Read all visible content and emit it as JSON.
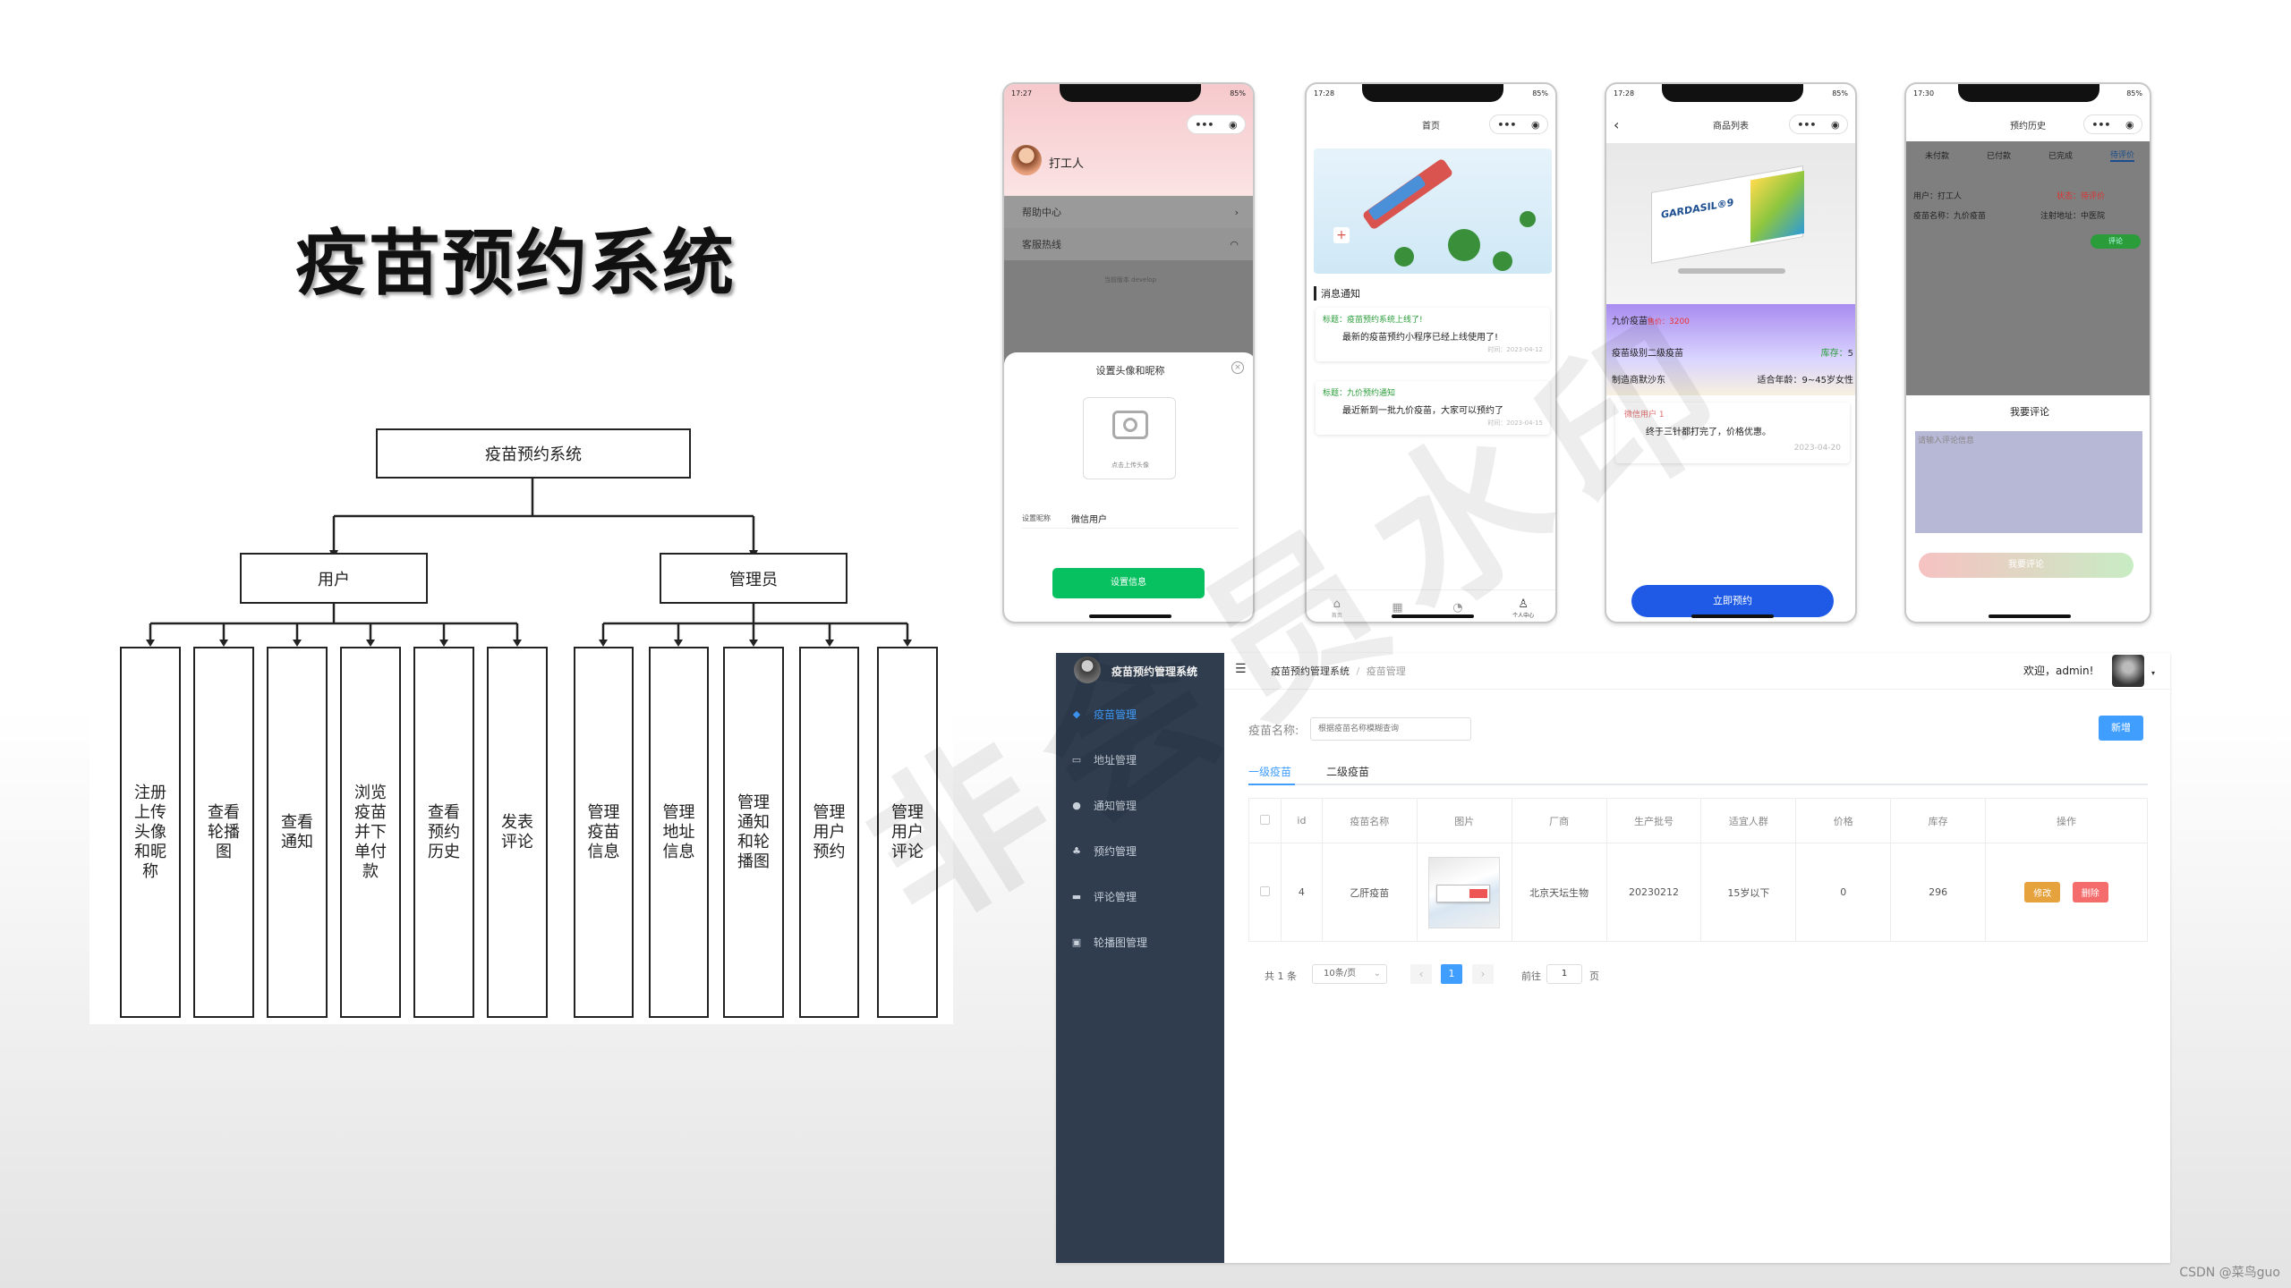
{
  "title": "疫苗预约系统",
  "diagram": {
    "root": "疫苗预约系统",
    "user": "用户",
    "admin": "管理员",
    "user_leaves": [
      "注册上传头像和昵称",
      "查看轮播图",
      "查看通知",
      "浏览疫苗并下单付款",
      "查看预约历史",
      "发表评论"
    ],
    "admin_leaves": [
      "管理疫苗信息",
      "管理地址信息",
      "管理通知和轮播图",
      "管理用户预约",
      "管理用户评论"
    ]
  },
  "phone1": {
    "time": "17:27",
    "battery": "85%",
    "username": "打工人",
    "menu": [
      "帮助中心",
      "客服热线"
    ],
    "version": "当前版本 develop",
    "modal_title": "设置头像和昵称",
    "upload_hint": "点击上传头像",
    "nick_label": "设置昵称",
    "nick_value": "微信用户",
    "save_button": "设置信息"
  },
  "phone2": {
    "time": "17:28",
    "battery": "85%",
    "page_title": "首页",
    "section_title": "消息通知",
    "notices": [
      {
        "title_label": "标题：",
        "title": "疫苗预约系统上线了!",
        "content": "最新的疫苗预约小程序已经上线使用了!",
        "time": "时间：2023-04-12"
      },
      {
        "title_label": "标题：",
        "title": "九价预约通知",
        "content": "最近新到一批九价疫苗，大家可以预约了",
        "time": "时间：2023-04-15"
      }
    ],
    "tabbar": [
      "首页",
      "",
      "",
      "个人中心"
    ]
  },
  "phone3": {
    "time": "17:28",
    "battery": "85%",
    "page_title": "商品列表",
    "product_brand": "GARDASIL®9",
    "product_name": "九价疫苗",
    "price_label": "售价：",
    "price": "3200",
    "level": "疫苗级别二级疫苗",
    "stock_label": "库存：",
    "stock": "5",
    "maker": "制造商默沙东",
    "age": "适合年龄：9~45岁女性",
    "review_user": "微信用户 1",
    "review_text": "终于三针都打完了，价格优惠。",
    "review_time": "2023-04-20",
    "book_button": "立即预约"
  },
  "phone4": {
    "time": "17:30",
    "battery": "85%",
    "page_title": "预约历史",
    "tabs": [
      "未付款",
      "已付款",
      "已完成",
      "待评价"
    ],
    "user_label": "用户：",
    "user": "打工人",
    "status_label": "状态：",
    "status": "待评价",
    "vaccine_label": "疫苗名称：",
    "vaccine": "九价疫苗",
    "addr_label": "注射地址：",
    "addr": "中医院",
    "comment_btn": "评论",
    "comment_title": "我要评论",
    "comment_placeholder": "请输入评论信息",
    "submit_btn": "我要评论"
  },
  "admin": {
    "brand": "疫苗预约管理系统",
    "menu": [
      "疫苗管理",
      "地址管理",
      "通知管理",
      "预约管理",
      "评论管理",
      "轮播图管理"
    ],
    "breadcrumb_root": "疫苗预约管理系统",
    "breadcrumb_sep": "/",
    "breadcrumb_current": "疫苗管理",
    "welcome": "欢迎，admin!",
    "search_label": "疫苗名称:",
    "search_placeholder": "根据疫苗名称模糊查询",
    "add_button": "新增",
    "tabs": [
      "一级疫苗",
      "二级疫苗"
    ],
    "columns": [
      "",
      "id",
      "疫苗名称",
      "图片",
      "厂商",
      "生产批号",
      "适宜人群",
      "价格",
      "库存",
      "操作"
    ],
    "rows": [
      {
        "id": "4",
        "name": "乙肝疫苗",
        "maker": "北京天坛生物",
        "batch": "20230212",
        "crowd": "15岁以下",
        "price": "0",
        "stock": "296",
        "edit": "修改",
        "delete": "删除"
      }
    ],
    "pagination": {
      "total": "共 1 条",
      "page_size": "10条/页",
      "current": "1",
      "goto": "前往",
      "goto_value": "1",
      "page_unit": "页"
    }
  },
  "watermark": "非会员水印",
  "credit": "CSDN @菜鸟guo",
  "colors": {
    "green": "#07c160",
    "blue": "#1e5ae6",
    "admin_blue": "#409eff",
    "sidebar": "#2f3d4f",
    "red": "#f56c6c",
    "orange": "#e6a23c"
  }
}
